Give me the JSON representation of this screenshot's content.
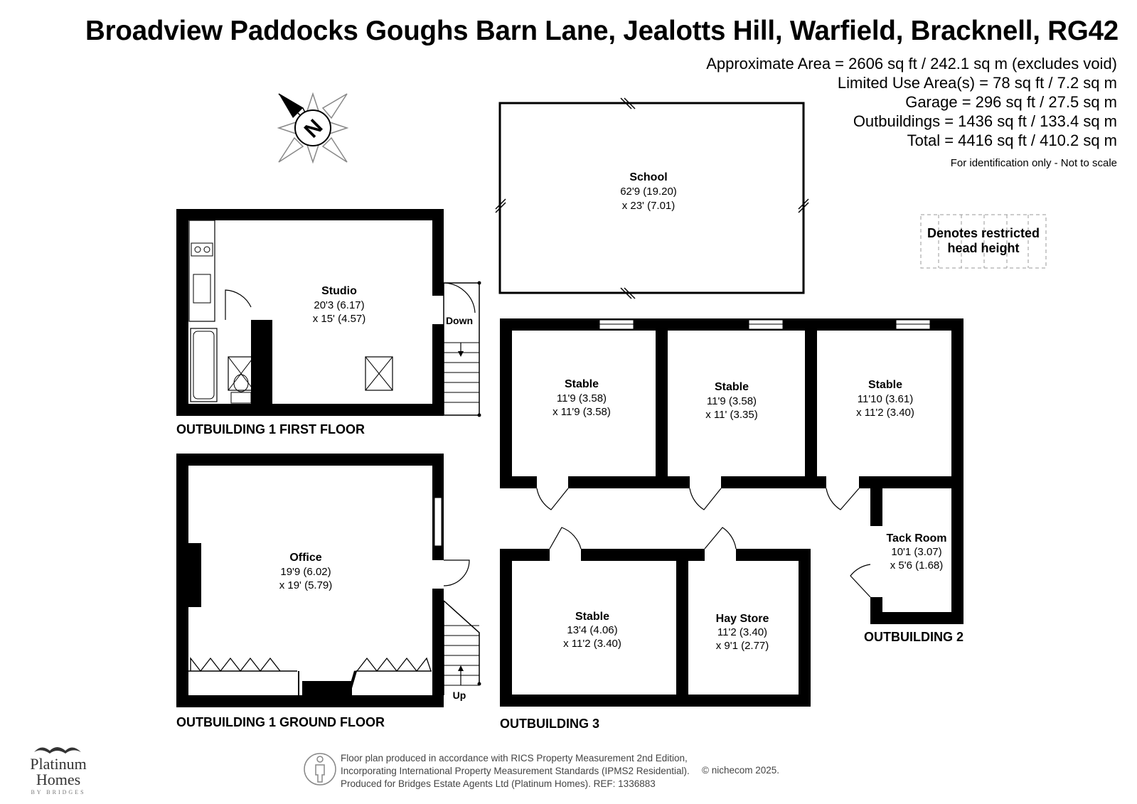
{
  "header": {
    "title": "Broadview Paddocks Goughs Barn Lane, Jealotts Hill, Warfield, Bracknell, RG42",
    "areas": [
      "Approximate Area = 2606 sq ft / 242.1 sq m (excludes void)",
      "Limited Use Area(s) = 78 sq ft / 7.2 sq m",
      "Garage = 296 sq ft / 27.5 sq m",
      "Outbuildings = 1436 sq ft / 133.4 sq m",
      "Total = 4416 sq ft / 410.2 sq m"
    ],
    "note": "For identification only - Not to scale"
  },
  "compass": {
    "letter": "N"
  },
  "legend": {
    "line1": "Denotes restricted",
    "line2": "head height"
  },
  "rooms": {
    "school": {
      "name": "School",
      "dim1": "62'9 (19.20)",
      "dim2": "x 23' (7.01)"
    },
    "studio": {
      "name": "Studio",
      "dim1": "20'3 (6.17)",
      "dim2": "x 15' (4.57)"
    },
    "office": {
      "name": "Office",
      "dim1": "19'9 (6.02)",
      "dim2": "x 19' (5.79)"
    },
    "stable1": {
      "name": "Stable",
      "dim1": "11'9 (3.58)",
      "dim2": "x 11'9 (3.58)"
    },
    "stable2": {
      "name": "Stable",
      "dim1": "11'9 (3.58)",
      "dim2": "x 11' (3.35)"
    },
    "stable3": {
      "name": "Stable",
      "dim1": "11'10 (3.61)",
      "dim2": "x 11'2 (3.40)"
    },
    "tack": {
      "name": "Tack Room",
      "dim1": "10'1 (3.07)",
      "dim2": "x 5'6 (1.68)"
    },
    "stable4": {
      "name": "Stable",
      "dim1": "13'4 (4.06)",
      "dim2": "x 11'2 (3.40)"
    },
    "hay": {
      "name": "Hay Store",
      "dim1": "11'2 (3.40)",
      "dim2": "x 9'1 (2.77)"
    }
  },
  "stairs": {
    "down": "Down",
    "up": "Up"
  },
  "floor_labels": {
    "first": "OUTBUILDING 1 FIRST FLOOR",
    "ground": "OUTBUILDING 1 GROUND FLOOR",
    "ob2": "OUTBUILDING 2",
    "ob3": "OUTBUILDING 3"
  },
  "footer": {
    "lines": [
      "Floor plan produced in accordance with RICS Property Measurement 2nd Edition,",
      "Incorporating International Property Measurement Standards (IPMS2 Residential).",
      "Produced for Bridges Estate Agents Ltd (Platinum Homes).   REF: 1336883"
    ],
    "copyright": "© nichecom 2025."
  },
  "brand": {
    "name_line1": "Platinum",
    "name_line2": "Homes",
    "sub": "BY BRIDGES"
  }
}
